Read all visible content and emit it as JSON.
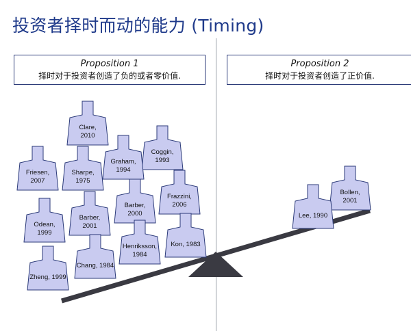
{
  "title": "投资者择时而动的能力 (Timing)",
  "proposition1": {
    "heading": "Proposition 1",
    "text": "择时对于投资者创造了负的或者零价值."
  },
  "proposition2": {
    "heading": "Proposition 2",
    "text": "择时对于投资者创造了正价值."
  },
  "weights_left": [
    {
      "line1": "Clare,",
      "line2": "2010"
    },
    {
      "line1": "Coggin,",
      "line2": "1993"
    },
    {
      "line1": "Graham,",
      "line2": "1994"
    },
    {
      "line1": "Sharpe,",
      "line2": "1975"
    },
    {
      "line1": "Friesen,",
      "line2": "2007"
    },
    {
      "line1": "Frazzini,",
      "line2": "2006"
    },
    {
      "line1": "Barber,",
      "line2": "2000"
    },
    {
      "line1": "Barber,",
      "line2": "2001"
    },
    {
      "line1": "Odean,",
      "line2": "1999"
    },
    {
      "line1": "Kon, 1983",
      "line2": ""
    },
    {
      "line1": "Henriksson,",
      "line2": "1984"
    },
    {
      "line1": "Chang, 1984",
      "line2": ""
    },
    {
      "line1": "Zheng, 1999",
      "line2": ""
    }
  ],
  "weights_right": [
    {
      "line1": "Bollen,",
      "line2": "2001"
    },
    {
      "line1": "Lee, 1990",
      "line2": ""
    }
  ],
  "colors": {
    "title": "#1f3a8a",
    "weight_fill": "#c9cbf0",
    "weight_stroke": "#2b3a78",
    "beam": "#3a3a42",
    "fulcrum": "#3a3a42"
  }
}
